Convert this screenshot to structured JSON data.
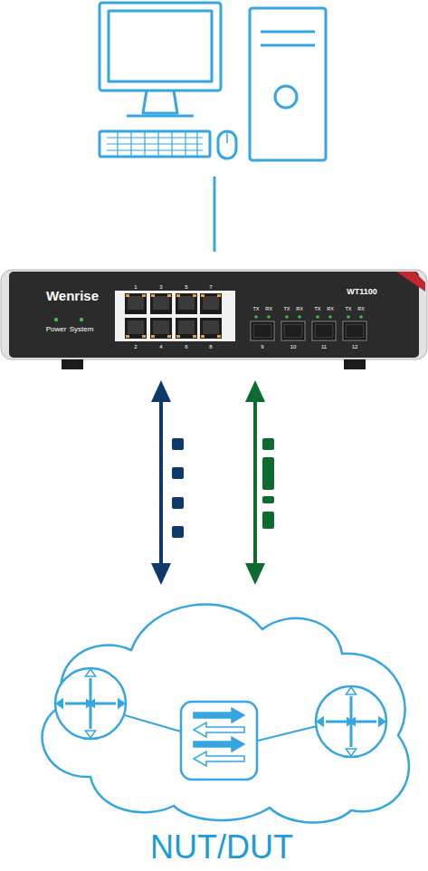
{
  "diagram": {
    "nodes": [
      {
        "text": [
          "Wenrise",
          "WT1100"
        ]
      },
      {
        "text": [
          "NUT/DUT"
        ]
      }
    ],
    "edges": [
      {
        "from": 0,
        "to": 1,
        "arrow": "both"
      },
      {
        "from": 0,
        "to": 1,
        "arrow": "both"
      }
    ],
    "labels": [
      "Power",
      "System",
      "1",
      "3",
      "5",
      "7",
      "2",
      "4",
      "6",
      "8",
      "TX",
      "RX",
      "TX",
      "RX",
      "TX",
      "RX",
      "TX",
      "RX",
      "9",
      "10",
      "11",
      "12"
    ]
  }
}
